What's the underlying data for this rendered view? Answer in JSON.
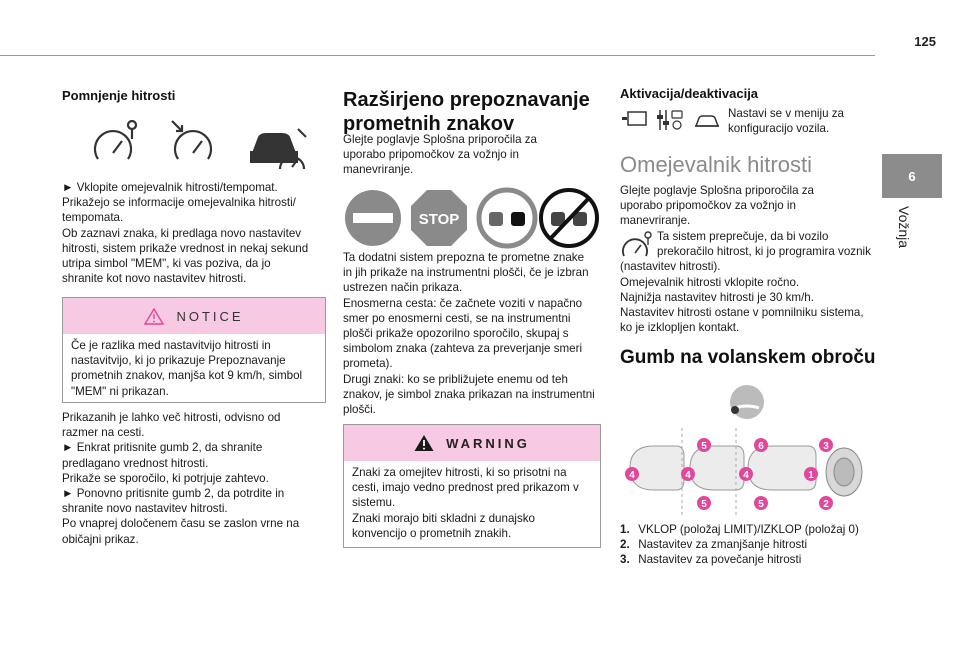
{
  "page_number": "125",
  "side_tab": {
    "number": "6",
    "label": "Vožnja"
  },
  "col1": {
    "heading": "Pomnjenje hitrosti",
    "para1": [
      "► Vklopite omejevalnik hitrosti/tempomat.",
      "Prikažejo se informacije omejevalnika hitrosti/",
      "tempomata.",
      "Ob zaznavi znaka, ki predlaga novo nastavitev",
      "hitrosti, sistem prikaže vrednost in nekaj sekund",
      "utripa simbol \"MEM\", ki vas poziva, da jo",
      "shranite kot novo nastavitev hitrosti."
    ],
    "notice_title": "NOTICE",
    "notice_lines": [
      "Če je razlika med nastavitvijo hitrosti in",
      "nastavitvijo, ki jo prikazuje Prepoznavanje",
      "prometnih znakov, manjša kot 9 km/h, simbol",
      "\"MEM\" ni prikazan."
    ],
    "para2": [
      "Prikazanih je lahko več hitrosti, odvisno od",
      "razmer na cesti.",
      "► Enkrat pritisnite gumb 2, da shranite",
      "predlagano vrednost hitrosti.",
      "Prikaže se sporočilo, ki potrjuje zahtevo.",
      "► Ponovno pritisnite gumb 2, da potrdite in",
      "shranite novo nastavitev hitrosti.",
      "Po vnaprej določenem času se zaslon vrne na",
      "običajni prikaz."
    ]
  },
  "col2": {
    "heading_line1": "Razširjeno prepoznavanje",
    "heading_line2": "prometnih znakov",
    "intro": [
      "Glejte poglavje Splošna priporočila za",
      "uporabo pripomočkov za vožnjo in",
      "manevriranje."
    ],
    "stop_text": "STOP",
    "para": [
      "Ta dodatni sistem prepozna te prometne znake",
      "in jih prikaže na instrumentni plošči, če je izbran",
      "ustrezen način prikaza.",
      "Enosmerna cesta: če začnete voziti v napačno",
      "smer po enosmerni cesti, se na instrumentni",
      "plošči prikaže opozorilno sporočilo, skupaj s",
      "simbolom znaka (zahteva za preverjanje smeri",
      "prometa).",
      "Drugi znaki: ko se približujete enemu od teh",
      "znakov, je simbol znaka prikazan na instrumentni",
      "plošči."
    ],
    "warning_title": "WARNING",
    "warning_lines": [
      "Znaki za omejitev hitrosti, ki so prisotni na",
      "cesti, imajo vedno prednost pred prikazom v",
      "sistemu.",
      "Znaki morajo biti skladni z dunajsko",
      "konvencijo o prometnih znakih."
    ]
  },
  "col3": {
    "heading": "Aktivacija/deaktivacija",
    "activation_lines": [
      "Nastavi se v meniju za",
      "konfiguracijo vozila."
    ],
    "section_title": "Omejevalnik hitrosti",
    "intro": [
      "Glejte poglavje Splošna priporočila za",
      "uporabo pripomočkov za vožnjo in",
      "manevriranje."
    ],
    "info_lines": [
      "Ta sistem preprečuje, da bi vozilo",
      "prekoračilo hitrost, ki jo programira voznik",
      "(nastavitev hitrosti).",
      "Omejevalnik hitrosti vklopite ročno.",
      "Najnižja nastavitev hitrosti je 30 km/h.",
      "Nastavitev hitrosti ostane v pomnilniku sistema,",
      "ko je izklopljen kontakt."
    ],
    "wheel_heading": "Gumb na volanskem obroču",
    "list": [
      {
        "num": "1.",
        "text": "VKLOP (položaj LIMIT)/IZKLOP (položaj 0)"
      },
      {
        "num": "2.",
        "text": "Nastavitev za zmanjšanje hitrosti"
      },
      {
        "num": "3.",
        "text": "Nastavitev za povečanje hitrosti"
      }
    ],
    "callouts": [
      "1",
      "2",
      "3",
      "4",
      "5",
      "6"
    ]
  },
  "colors": {
    "accent": "#e2479b",
    "tab": "#8c8c8c",
    "notice_bg": "#f7c9e3"
  }
}
